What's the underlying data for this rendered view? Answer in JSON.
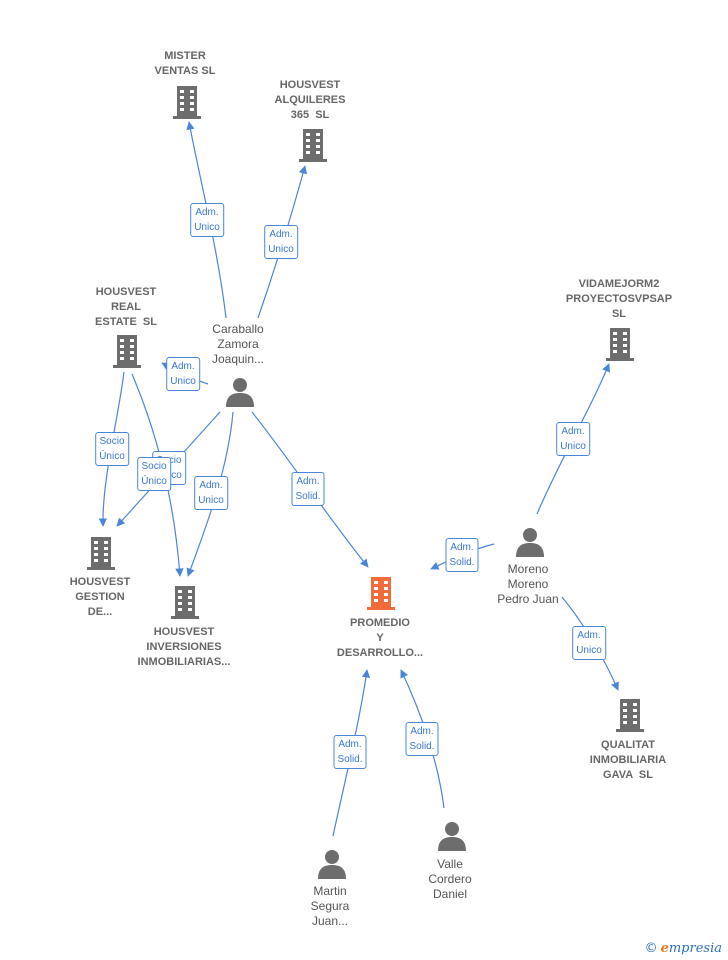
{
  "colors": {
    "edge": "#4a86d8",
    "building": "#6d6d6d",
    "main_building": "#f26b3a",
    "person": "#6d6d6d"
  },
  "nodes": {
    "mister_ventas": {
      "label": "MISTER\nVENTAS SL",
      "icon": "building-icon"
    },
    "housvest_alquileres": {
      "label": "HOUSVEST\nALQUILERES\n365  SL",
      "icon": "building-icon"
    },
    "housvest_real_estate": {
      "label": "HOUSVEST\nREAL\nESTATE  SL",
      "icon": "building-icon"
    },
    "vidamejorm2": {
      "label": "VIDAMEJORM2\nPROYECTOSVPSAP\nSL",
      "icon": "building-icon"
    },
    "housvest_gestion": {
      "label": "HOUSVEST\nGESTION\nDE...",
      "icon": "building-icon"
    },
    "housvest_inversiones": {
      "label": "HOUSVEST\nINVERSIONES\nINMOBILIARIAS...",
      "icon": "building-icon"
    },
    "promedio": {
      "label": "PROMEDIO\nY\nDESARROLLO...",
      "icon": "building-icon"
    },
    "qualitat": {
      "label": "QUALITAT\nINMOBILIARIA\nGAVA  SL",
      "icon": "building-icon"
    },
    "caraballo": {
      "label": "Caraballo\nZamora\nJoaquin...",
      "icon": "person-icon"
    },
    "moreno": {
      "label": "Moreno\nMoreno\nPedro Juan",
      "icon": "person-icon"
    },
    "martin": {
      "label": "Martin\nSegura\nJuan...",
      "icon": "person-icon"
    },
    "valle": {
      "label": "Valle\nCordero\nDaniel",
      "icon": "person-icon"
    }
  },
  "edge_labels": {
    "caraballo_mister": "Adm.\nUnico",
    "caraballo_alquileres": "Adm.\nUnico",
    "caraballo_real_estate": "Adm.\nUnico",
    "real_estate_gestion": "Socio\nÚnico",
    "caraballo_gestion": "Socio\nÚnico",
    "real_estate_inversiones": "Socio\nÚnico",
    "caraballo_inversiones": "Adm.\nUnico",
    "caraballo_promedio": "Adm.\nSolid.",
    "moreno_promedio": "Adm.\nSolid.",
    "moreno_vidamejorm2": "Adm.\nUnico",
    "moreno_qualitat": "Adm.\nUnico",
    "martin_promedio": "Adm.\nSolid.",
    "valle_promedio": "Adm.\nSolid."
  },
  "brand": {
    "copyright": "©",
    "initial": "e",
    "name": "mpresia"
  }
}
